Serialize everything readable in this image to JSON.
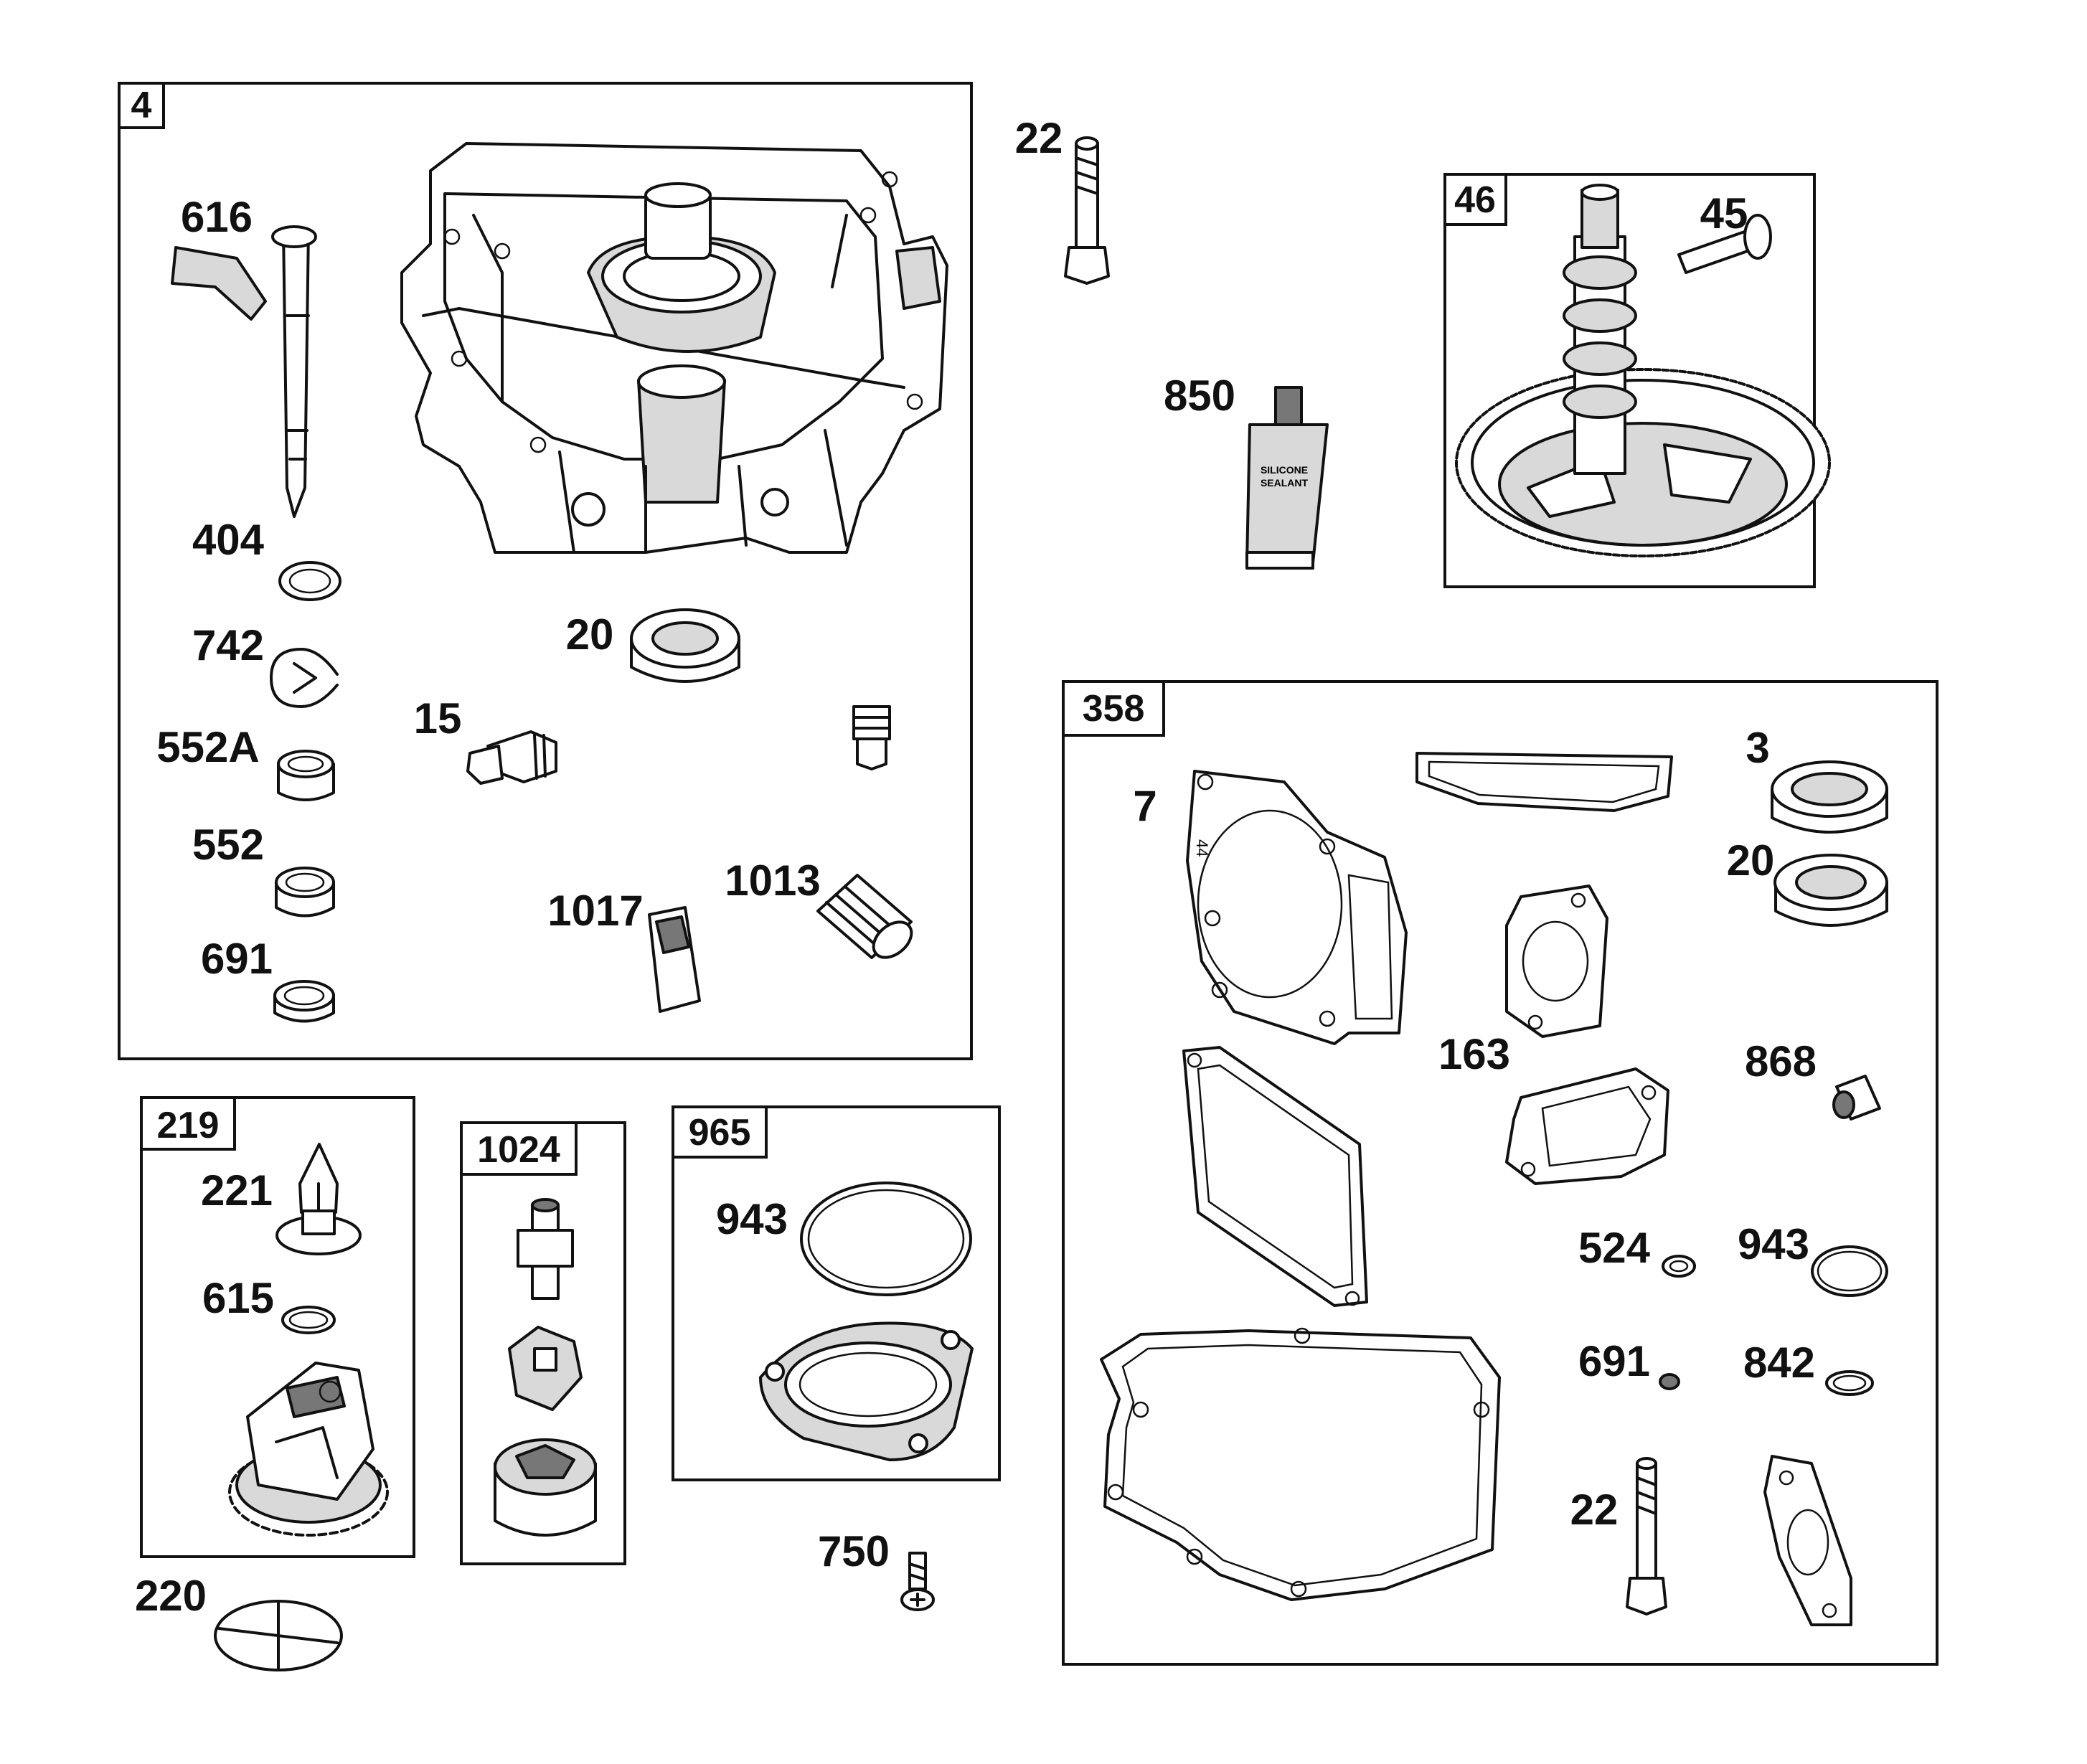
{
  "groups": [
    {
      "id": "4"
    },
    {
      "id": "46"
    },
    {
      "id": "358"
    },
    {
      "id": "219"
    },
    {
      "id": "1024"
    },
    {
      "id": "965"
    }
  ],
  "parts": {
    "p616": "616",
    "p404": "404",
    "p742": "742",
    "p552a": "552A",
    "p552": "552",
    "p691a": "691",
    "p20a": "20",
    "p15": "15",
    "p1017": "1017",
    "p1013": "1013",
    "p22a": "22",
    "p850": "850",
    "p45": "45",
    "p7": "7",
    "p3": "3",
    "p20b": "20",
    "p163": "163",
    "p868": "868",
    "p524": "524",
    "p943b": "943",
    "p691b": "691",
    "p842": "842",
    "p22b": "22",
    "p221": "221",
    "p615": "615",
    "p220": "220",
    "p943a": "943",
    "p750": "750"
  },
  "tube_text": [
    "SILICONE",
    "SEALANT"
  ],
  "gasket_mark": "44"
}
